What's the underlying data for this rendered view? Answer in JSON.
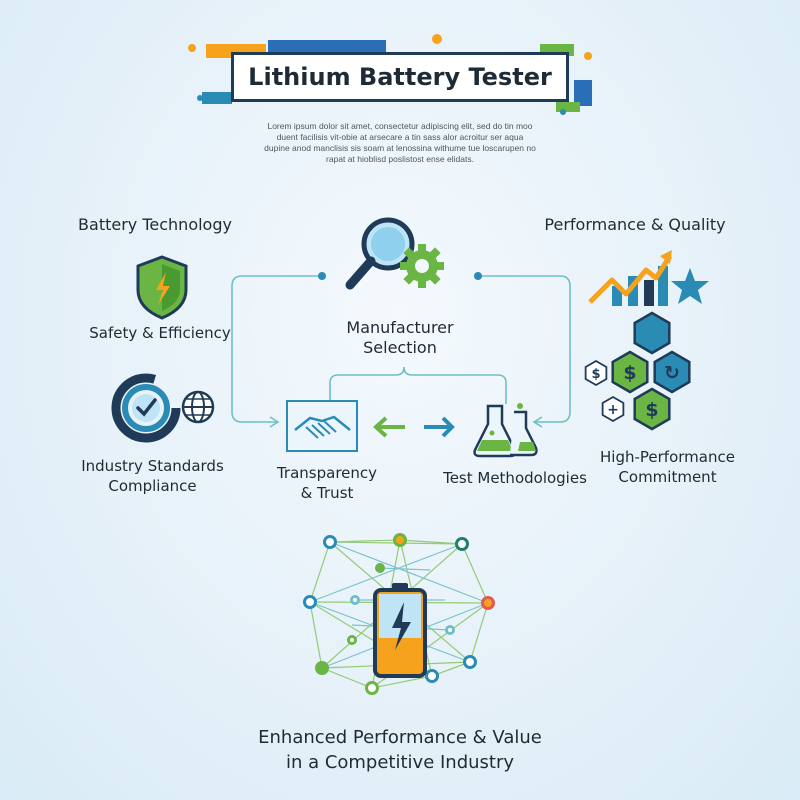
{
  "header": {
    "title": "Lithium Battery Tester",
    "subtitle_lines": [
      "Lorem ipsum dolor sit amet, consectetur adipiscing elit, sed do tin moo",
      "duent facilisis vit-obie at arsecare a tin sass alor acroitur ser aqua",
      "dupine anod manclisis sis soam at lenossina withume tue loscarupen no",
      "rapat at hioblisd poslistost ense elidats."
    ]
  },
  "left": {
    "heading": "Battery Technology",
    "safety_label": "Safety & Efficiency",
    "standards_label_line1": "Industry Standards",
    "standards_label_line2": "Compliance"
  },
  "center": {
    "selection_line1": "Manufacturer",
    "selection_line2": "Selection",
    "transparency_line1": "Transparency",
    "transparency_line2": "& Trust",
    "methodologies_label": "Test Methodologies"
  },
  "right": {
    "heading": "Performance & Quality",
    "commitment_line1": "High-Performance",
    "commitment_line2": "Commitment",
    "hex_symbols": [
      "$",
      "$",
      "↻",
      "$",
      "+"
    ]
  },
  "bottom": {
    "line1": "Enhanced Performance & Value",
    "line2": "in a Competitive Industry"
  },
  "colors": {
    "navy": "#1f3b57",
    "teal": "#2a8bb5",
    "green": "#6ab544",
    "orange": "#f6a21c",
    "line_teal": "#6fbfc6"
  },
  "icons": [
    "magnifier-icon",
    "gear-icon",
    "shield-icon",
    "globe-icon",
    "handshake-icon",
    "flask-icon",
    "trend-chart-icon",
    "star-icon",
    "battery-icon",
    "network-icon"
  ]
}
